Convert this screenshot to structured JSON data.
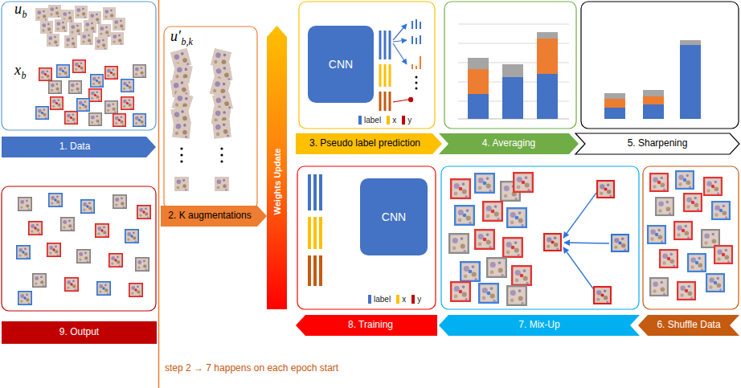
{
  "diagram": {
    "nodes": [
      {
        "text": [
          "1. Data"
        ]
      },
      {
        "text": [
          "2. K augmentations"
        ]
      },
      {
        "text": [
          "Weights Update"
        ]
      },
      {
        "text": [
          "CNN"
        ]
      },
      {
        "text": [
          "3. Pseudo label prediction"
        ]
      },
      {
        "text": [
          "4. Averaging"
        ]
      },
      {
        "text": [
          "5. Sharpening"
        ]
      },
      {
        "text": [
          "CNN"
        ]
      },
      {
        "text": [
          "8. Training"
        ]
      },
      {
        "text": [
          "7. Mix-Up"
        ]
      },
      {
        "text": [
          "6. Shuffle Data"
        ]
      },
      {
        "text": [
          "9. Output"
        ]
      }
    ],
    "labels": [
      "u",
      "b",
      "x",
      "b",
      "u′",
      "b,k",
      "step 2 → 7 happens on each epoch start"
    ],
    "legend": [
      {
        "text": "label",
        "color": "#4472c4"
      },
      {
        "text": "x",
        "color": "#ffc000"
      },
      {
        "text": "y",
        "color": "#c00000"
      },
      {
        "text": "label",
        "color": "#4472c4"
      },
      {
        "text": "x",
        "color": "#ffc000"
      },
      {
        "text": "y",
        "color": "#c00000"
      }
    ]
  }
}
